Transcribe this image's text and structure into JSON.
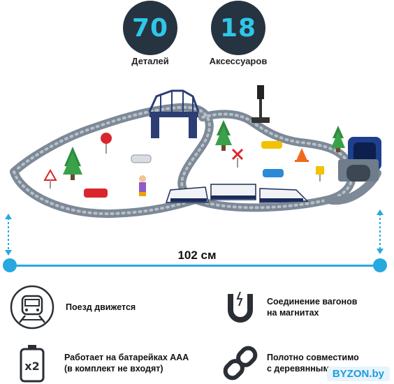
{
  "stats": [
    {
      "number": "70",
      "label": "Деталей"
    },
    {
      "number": "18",
      "label": "Аксессуаров"
    }
  ],
  "dimension": "102 см",
  "features": [
    {
      "icon": "train-icon",
      "text": "Поезд движется"
    },
    {
      "icon": "magnet-icon",
      "text": "Соединение вагонов\nна магнитах"
    },
    {
      "icon": "battery-icon",
      "text": "Работает на батарейках ААА\n(в комплект не входят)"
    },
    {
      "icon": "chain-link-icon",
      "text": "Полотно совместимо\nс деревянными"
    }
  ],
  "watermark": "BYZON.by",
  "colors": {
    "accent": "#27a9e0",
    "circle": "#263340",
    "number": "#2ec7e8",
    "track": "#8a96a3"
  }
}
